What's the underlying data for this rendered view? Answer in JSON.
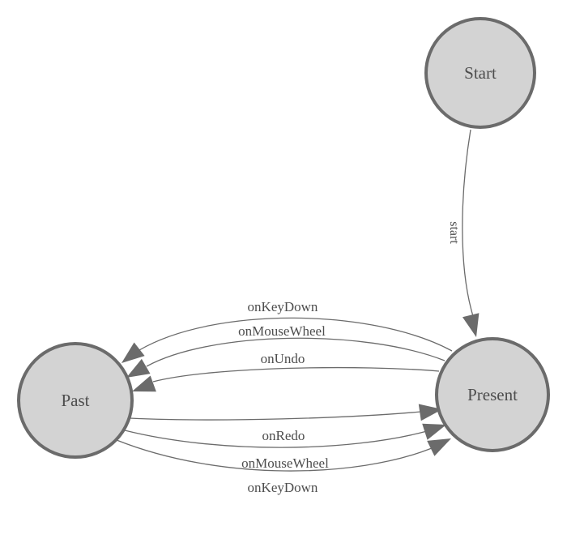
{
  "diagram": {
    "type": "state-machine",
    "background": "#ffffff",
    "nodes": [
      {
        "id": "start",
        "label": "Start"
      },
      {
        "id": "present",
        "label": "Present"
      },
      {
        "id": "past",
        "label": "Past"
      }
    ],
    "edges": [
      {
        "from": "start",
        "to": "present",
        "label": "start"
      },
      {
        "from": "present",
        "to": "past",
        "label": "onKeyDown"
      },
      {
        "from": "present",
        "to": "past",
        "label": "onMouseWheel"
      },
      {
        "from": "present",
        "to": "past",
        "label": "onUndo"
      },
      {
        "from": "past",
        "to": "present",
        "label": "onRedo"
      },
      {
        "from": "past",
        "to": "present",
        "label": "onMouseWheel"
      },
      {
        "from": "past",
        "to": "present",
        "label": "onKeyDown"
      }
    ],
    "colors": {
      "node_fill": "#d3d3d3",
      "node_border": "#6b6b6b",
      "edge": "#6b6b6b",
      "arrowhead": "#6b6b6b",
      "text": "#4d4d4d"
    }
  }
}
